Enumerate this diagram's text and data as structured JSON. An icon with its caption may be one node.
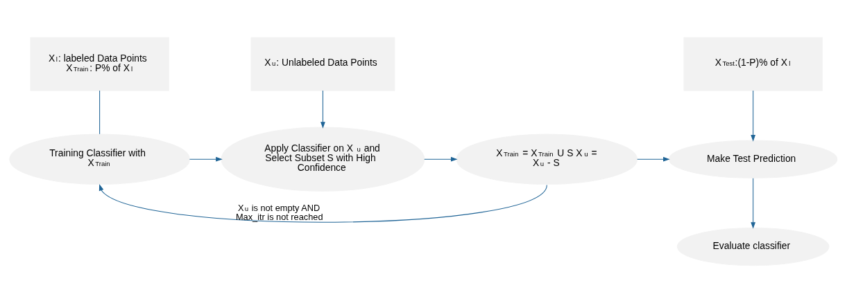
{
  "diagram": {
    "nodes": [
      {
        "text": [
          "X$_{l}$: labeled Data Points X$_{Train}$: P% of X$_{l}$"
        ]
      },
      {
        "text": [
          "X$_{u}$: Unlabeled Data Points"
        ]
      },
      {
        "text": [
          "X$_{Test}$:(1-P)% of X$_{l}$"
        ]
      },
      {
        "text": [
          "Training Classifier with X$_{Train}$"
        ]
      },
      {
        "text": [
          "Apply Classifier on X$_{u}$ and Select Subset S with High Confidence"
        ]
      },
      {
        "text": [
          "X$_{Train}$ = X$_{Train}$ U S X$_{u}$ = X$_{u}$ - S"
        ]
      },
      {
        "text": [
          "Make Test Prediction"
        ]
      },
      {
        "text": [
          "Evaluate classifier"
        ]
      }
    ],
    "edges": [
      {
        "from": 0,
        "to": 3,
        "arrow": "none"
      },
      {
        "from": 1,
        "to": 4,
        "arrow": "to"
      },
      {
        "from": 3,
        "to": 4,
        "arrow": "to"
      },
      {
        "from": 4,
        "to": 5,
        "arrow": "to"
      },
      {
        "from": 5,
        "to": 3,
        "arrow": "to",
        "label": "X$_{u}$ is not empty AND Max_itr is not reached"
      },
      {
        "from": 5,
        "to": 6,
        "arrow": "to"
      },
      {
        "from": 2,
        "to": 6,
        "arrow": "to"
      },
      {
        "from": 6,
        "to": 7,
        "arrow": "to"
      }
    ]
  }
}
